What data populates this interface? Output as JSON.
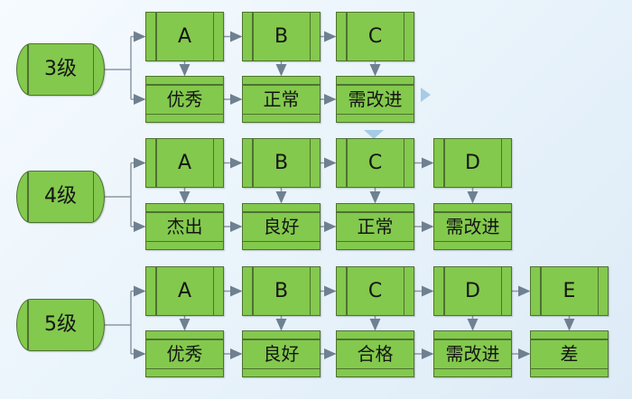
{
  "colors": {
    "background": "#eaf4fb",
    "shape_fill": "#83c94d",
    "shape_border": "#4f7233",
    "connector_line": "#8a98a6",
    "arrowhead": "#6f8090",
    "nav_arrow_blue": "#a6cbe7",
    "text": "#151515"
  },
  "rows": [
    {
      "level_label": "3级",
      "grades": [
        "A",
        "B",
        "C"
      ],
      "ratings": [
        "优秀",
        "正常",
        "需改进"
      ]
    },
    {
      "level_label": "4级",
      "grades": [
        "A",
        "B",
        "C",
        "D"
      ],
      "ratings": [
        "杰出",
        "良好",
        "正常",
        "需改进"
      ]
    },
    {
      "level_label": "5级",
      "grades": [
        "A",
        "B",
        "C",
        "D",
        "E"
      ],
      "ratings": [
        "优秀",
        "良好",
        "合格",
        "需改进",
        "差"
      ]
    }
  ],
  "decorations": {
    "nav_right_icon": "nav-arrow-right",
    "nav_down_icon": "nav-arrow-down"
  }
}
